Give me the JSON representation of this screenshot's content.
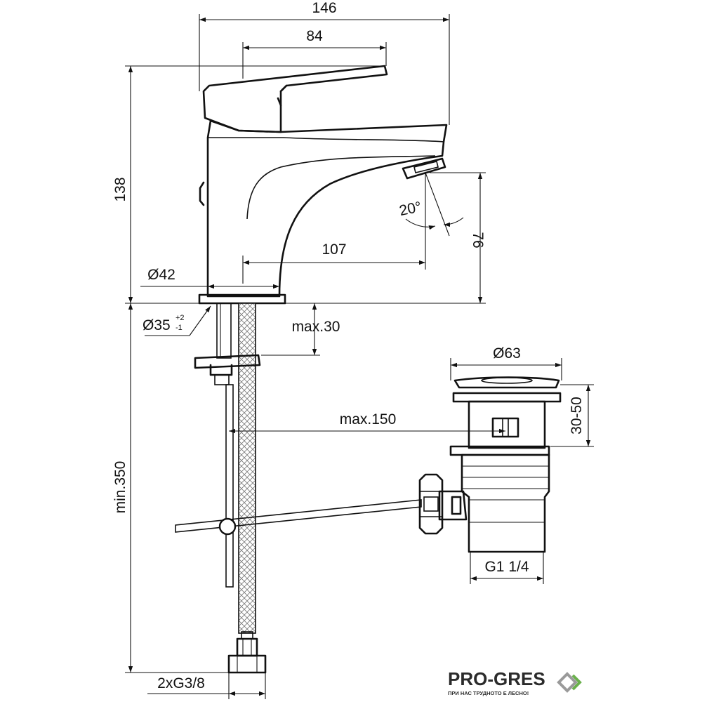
{
  "dimensions": {
    "width_146": "146",
    "width_84": "84",
    "height_138": "138",
    "height_76": "76",
    "angle": "20°",
    "reach_107": "107",
    "diam_42": "Ø42",
    "diam_35": "Ø35",
    "diam_35_tol_upper": "+2",
    "diam_35_tol_lower": "-1",
    "max_30": "max.30",
    "diam_63": "Ø63",
    "range_30_50": "30-50",
    "max_150": "max.150",
    "min_350": "min.350",
    "thread_g1": "G1 1/4",
    "thread_g38": "2xG3/8"
  },
  "brand": {
    "name": "PRO-GRES",
    "tagline": "ПРИ НАС ТРУДНОТО Е ЛЕСНО!",
    "colors": {
      "dark": "#2b2b2b",
      "green": "#6ab04c",
      "gray": "#9a9a9a"
    }
  }
}
